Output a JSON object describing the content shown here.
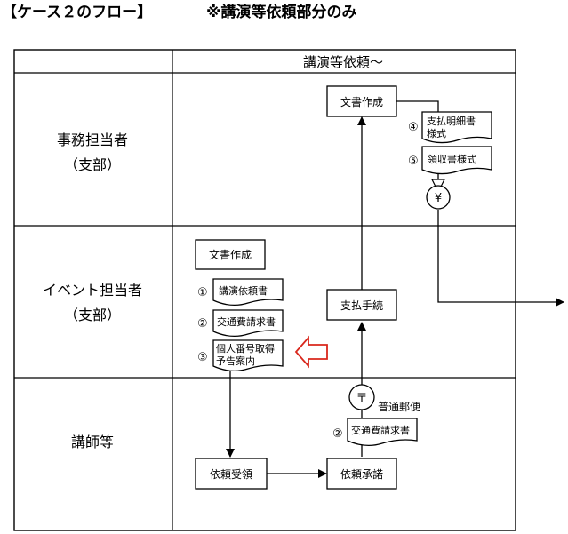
{
  "header": {
    "title": "【ケース２のフロー】",
    "subtitle": "※講演等依頼部分のみ"
  },
  "table": {
    "column_header": "講演等依頼〜"
  },
  "lanes": [
    {
      "name": "事務担当者",
      "sub": "（支部）"
    },
    {
      "name": "イベント担当者",
      "sub": "（支部）"
    },
    {
      "name": "講師等",
      "sub": ""
    }
  ],
  "boxes": {
    "office_doc_create": "文書作成",
    "event_doc_create": "文書作成",
    "payment_procedure": "支払手続",
    "request_receive": "依頼受領",
    "request_accept": "依頼承諾"
  },
  "documents": {
    "d1": {
      "num": "①",
      "line1": "講演依頼書",
      "line2": ""
    },
    "d2": {
      "num": "②",
      "line1": "交通費請求書",
      "line2": ""
    },
    "d3": {
      "num": "③",
      "line1": "個人番号取得",
      "line2": "予告案内"
    },
    "d4": {
      "num": "④",
      "line1": "支払明細書",
      "line2": "様式"
    },
    "d5": {
      "num": "⑤",
      "line1": "領収書様式",
      "line2": ""
    },
    "d6": {
      "num": "②",
      "line1": "交通費請求書",
      "line2": ""
    }
  },
  "icons": {
    "yen": "¥",
    "postal": "〒"
  },
  "labels": {
    "regular_mail": "普通郵便"
  },
  "colors": {
    "highlight_arrow": "#d9271c",
    "line": "#000000"
  }
}
